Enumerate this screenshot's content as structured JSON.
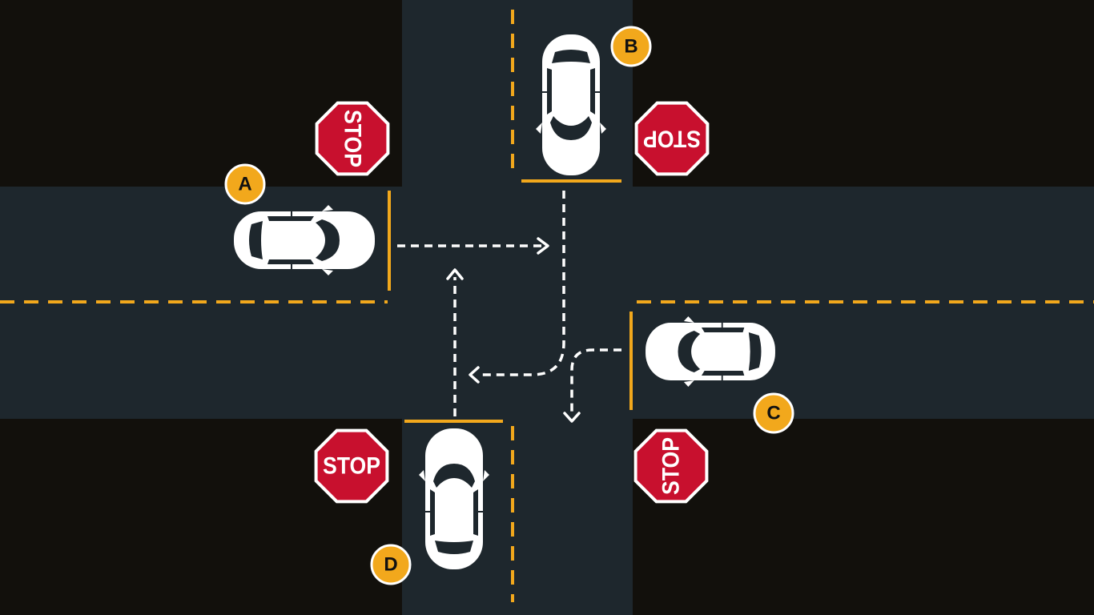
{
  "vehicles": {
    "a": {
      "label": "A",
      "heading": "east"
    },
    "b": {
      "label": "B",
      "heading": "south"
    },
    "c": {
      "label": "C",
      "heading": "west"
    },
    "d": {
      "label": "D",
      "heading": "north"
    }
  },
  "signs": {
    "nw": {
      "text": "STOP"
    },
    "ne": {
      "text": "STOP"
    },
    "sw": {
      "text": "STOP"
    },
    "se": {
      "text": "STOP"
    }
  },
  "colors": {
    "road": "#1e272d",
    "background": "#12100c",
    "lane_marking": "#f2a81c",
    "stop_sign": "#c8102e",
    "badge": "#f2a81c",
    "car": "#ffffff",
    "path": "#ffffff"
  }
}
